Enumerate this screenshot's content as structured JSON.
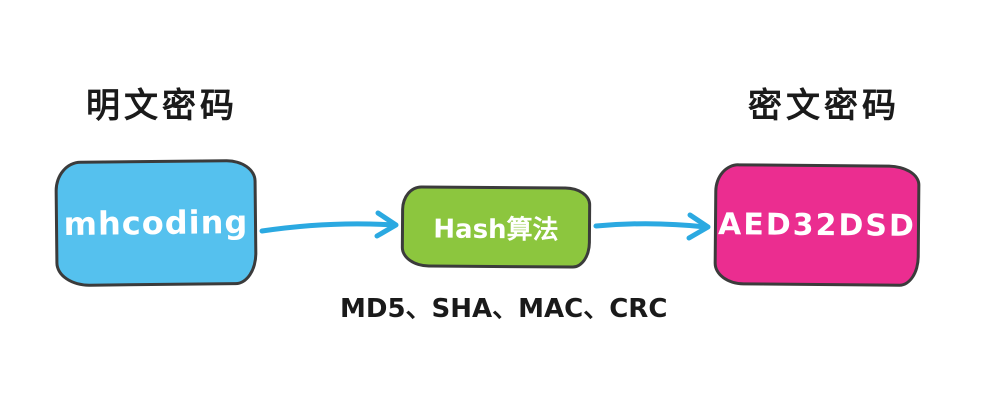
{
  "diagram": {
    "left_label": "明文密码",
    "right_label": "密文密码",
    "nodes": {
      "input": {
        "text": "mhcoding",
        "color": "#55C1EE"
      },
      "hash": {
        "text": "Hash算法",
        "color": "#8CC63E"
      },
      "output": {
        "text": "AED32DSD",
        "color": "#EB2D90"
      }
    },
    "caption": "MD5、SHA、MAC、CRC",
    "colors": {
      "arrow": "#2BA9E1",
      "outline": "#3B3B3B",
      "text_dark": "#1A1A1A",
      "node_text": "#FFFFFF",
      "background": "#FFFFFF"
    }
  }
}
